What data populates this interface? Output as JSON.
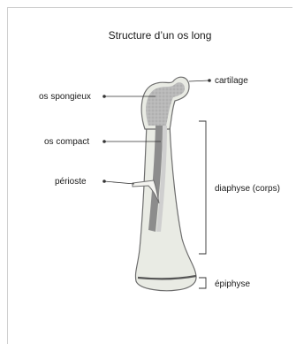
{
  "diagram": {
    "title": "Structure d’un os long",
    "labels": {
      "spongy_bone": "os spongieux",
      "cartilage": "cartilage",
      "compact_bone": "os compact",
      "periosteum": "périoste",
      "diaphysis": "diaphyse (corps)",
      "epiphysis": "épiphyse"
    },
    "colors": {
      "text": "#1a1a1a",
      "line": "#333333",
      "bone_fill": "#e9ebe4",
      "spongy_fill": "#b9b9b9",
      "marrow_fill": "#8c8c8c",
      "outline": "#6e6e6e"
    }
  }
}
